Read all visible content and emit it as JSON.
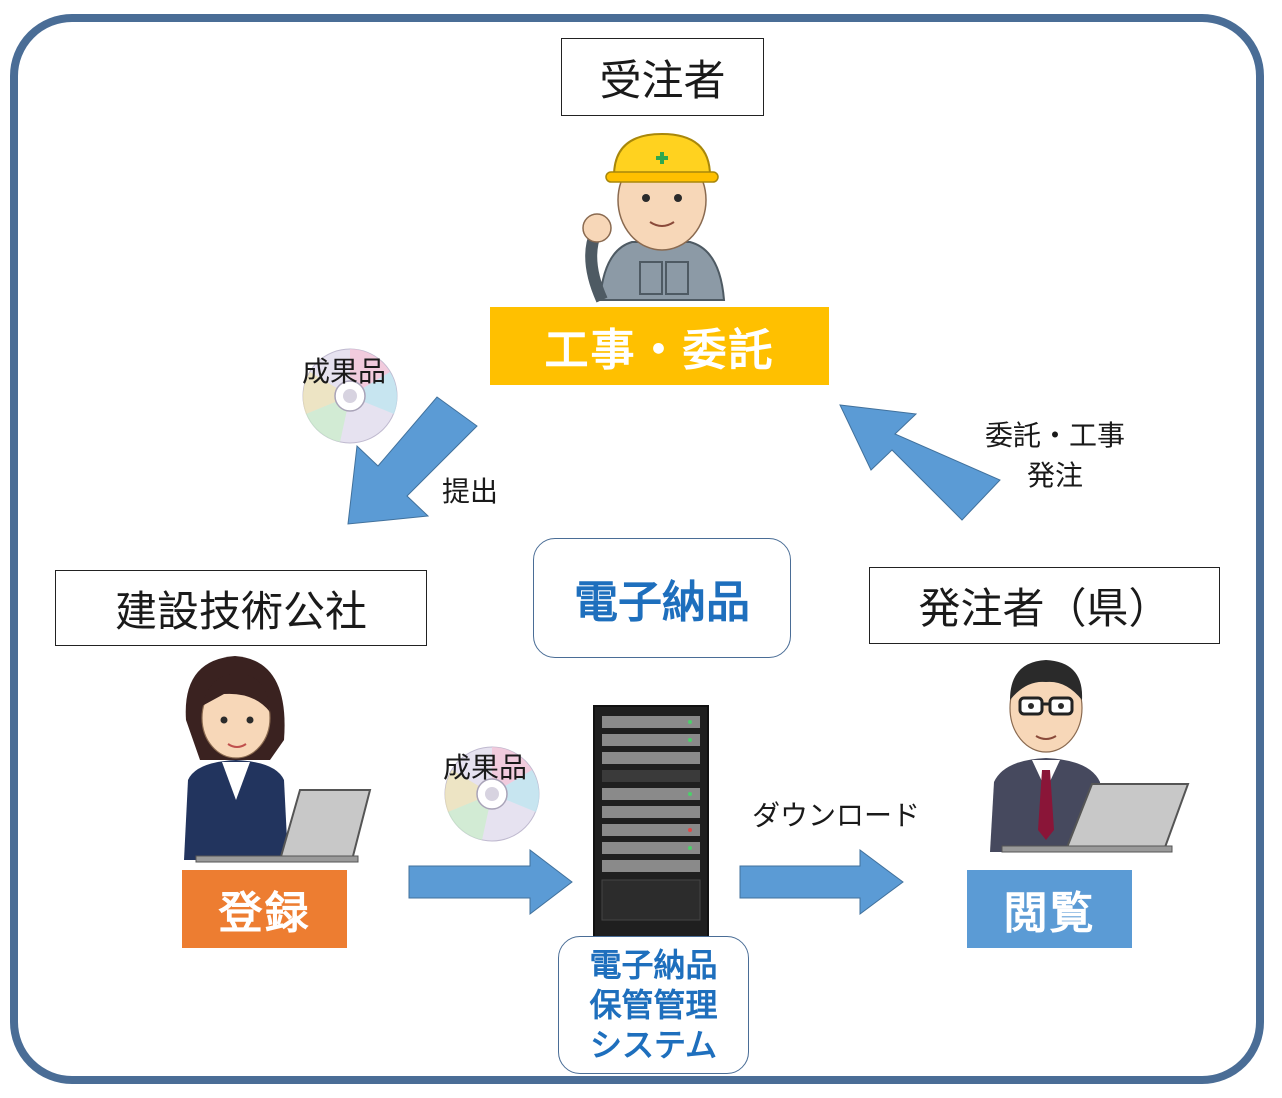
{
  "colors": {
    "frame": "#4a6d96",
    "contractor_tag": "#ffc000",
    "register_tag": "#ed7d31",
    "view_tag": "#5b9bd5",
    "arrow": "#5b9bd5",
    "accent_text": "#1e6fbd"
  },
  "contractor": {
    "title": "受注者",
    "tag": "工事・委託"
  },
  "corp": {
    "title": "建設技術公社",
    "tag": "登録"
  },
  "client": {
    "title": "発注者（県）",
    "tag": "閲覧"
  },
  "center": {
    "title": "電子納品"
  },
  "system": {
    "lines": [
      "電子納品",
      "保管管理",
      "システム"
    ]
  },
  "flows": {
    "submit_item": "成果品",
    "submit_action": "提出",
    "order_line1": "委託・工事",
    "order_line2": "発注",
    "register_item": "成果品",
    "download": "ダウンロード"
  },
  "icons": [
    "worker-helmet-icon",
    "disc-icon",
    "woman-laptop-icon",
    "server-rack-icon",
    "man-laptop-icon"
  ]
}
